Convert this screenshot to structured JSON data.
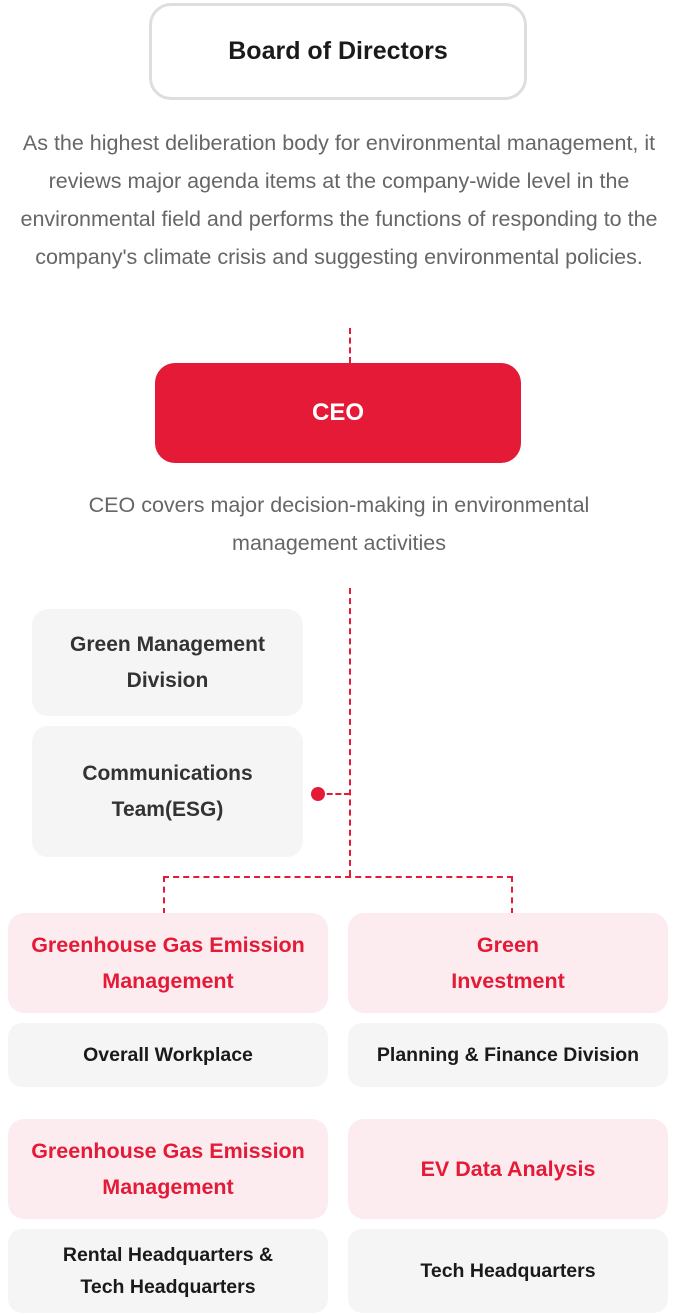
{
  "board": {
    "title": "Board of Directors",
    "description": "As the highest deliberation body for environmental management, it reviews major agenda items at the company-wide level in the environmental field and performs the functions of responding to the company's climate crisis and suggesting environmental policies."
  },
  "ceo": {
    "title": "CEO",
    "description": "CEO covers major decision-making in environmental management activities"
  },
  "support_units": [
    {
      "label": "Green Management Division"
    },
    {
      "label": "Communications Team(ESG)"
    }
  ],
  "functions": [
    {
      "title": "Greenhouse Gas Emission Management",
      "owner": "Overall Workplace"
    },
    {
      "title": "Green Investment",
      "owner": "Planning & Finance Division"
    },
    {
      "title": "Greenhouse Gas Emission Management",
      "owner": "Rental Headquarters & Tech Headquarters"
    },
    {
      "title": "EV Data Analysis",
      "owner": "Tech Headquarters"
    }
  ],
  "colors": {
    "accent": "#e41a37",
    "accent_light": "#fdecef",
    "neutral_box": "#f5f5f5",
    "border": "#dedede",
    "body_text": "#666666"
  }
}
